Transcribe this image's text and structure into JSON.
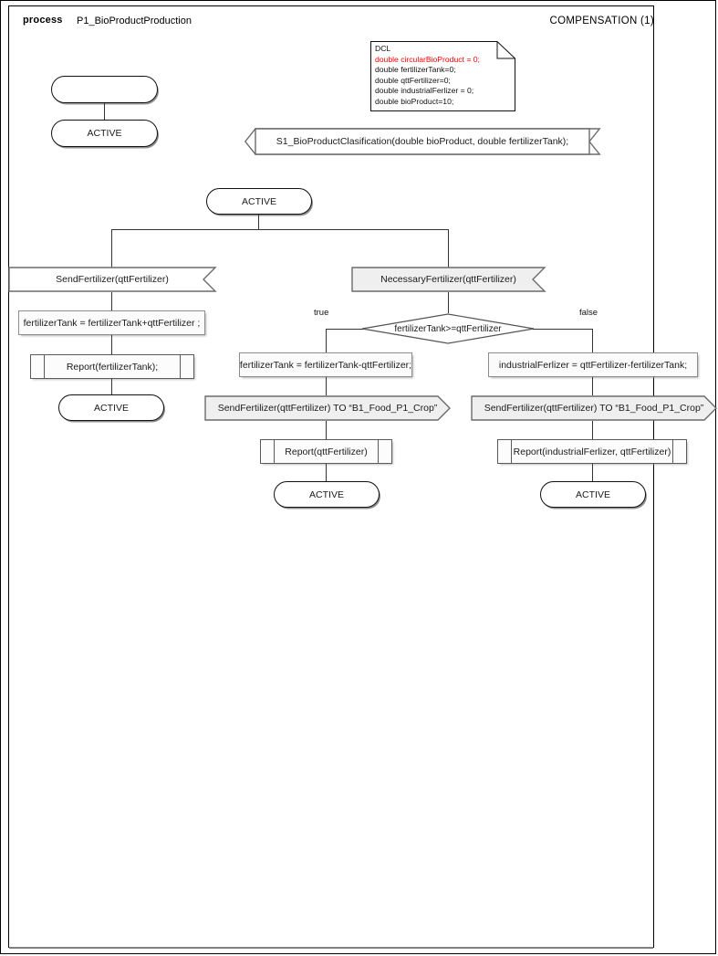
{
  "header": {
    "keyword": "process",
    "process_name": "P1_BioProductProduction",
    "compensation": "COMPENSATION (1)"
  },
  "dcl_note": {
    "title": "DCL",
    "lines": [
      {
        "text": "double circularBioProduct = 0;",
        "color": "#ff0000"
      },
      {
        "text": "double fertilizerTank=0;",
        "color": "#111111"
      },
      {
        "text": "double qttFertilizer=0;",
        "color": "#111111"
      },
      {
        "text": "double industrialFerlizer = 0;",
        "color": "#111111"
      },
      {
        "text": "double bioProduct=10;",
        "color": "#111111"
      }
    ]
  },
  "nodes": {
    "start": {
      "label": ""
    },
    "active_start": {
      "label": "ACTIVE"
    },
    "signal_s1": {
      "label": "S1_BioProductClasification(double bioProduct, double  fertilizerTank);"
    },
    "active_main": {
      "label": "ACTIVE"
    },
    "receive_send_fertilizer": {
      "label": "SendFertilizer(qttFertilizer)"
    },
    "receive_necessary_fertilizer": {
      "label": "NecessaryFertilizer(qttFertilizer)"
    },
    "assign_add": {
      "label": "fertilizerTank = fertilizerTank+qttFertilizer ;"
    },
    "report_tank": {
      "label": "Report(fertilizerTank);"
    },
    "active_left": {
      "label": "ACTIVE"
    },
    "decision": {
      "label": "fertilizerTank>=qttFertilizer"
    },
    "label_true": {
      "label": "true"
    },
    "label_false": {
      "label": "false"
    },
    "assign_sub": {
      "label": "fertilizerTank = fertilizerTank-qttFertilizer;"
    },
    "send_to_crop_true": {
      "label": "SendFertilizer(qttFertilizer) TO “B1_Food_P1_Crop”"
    },
    "report_qtt": {
      "label": "Report(qttFertilizer)"
    },
    "active_true": {
      "label": "ACTIVE"
    },
    "assign_industrial": {
      "label": "industrialFerlizer = qttFertilizer-fertilizerTank;"
    },
    "send_to_crop_false": {
      "label": "SendFertilizer(qttFertilizer) TO “B1_Food_P1_Crop”"
    },
    "report_industrial": {
      "label": "Report(industrialFerlizer, qttFertilizer)"
    },
    "active_false": {
      "label": "ACTIVE"
    }
  },
  "colors": {
    "stroke": "#5a5a5a",
    "stroke_dark": "#111111",
    "fill_light": "#fbfbfb",
    "fill_gray": "#efefef",
    "connector": "#4d4d4d",
    "alert_red": "#ff0000",
    "page_bg": "#ffffff"
  }
}
